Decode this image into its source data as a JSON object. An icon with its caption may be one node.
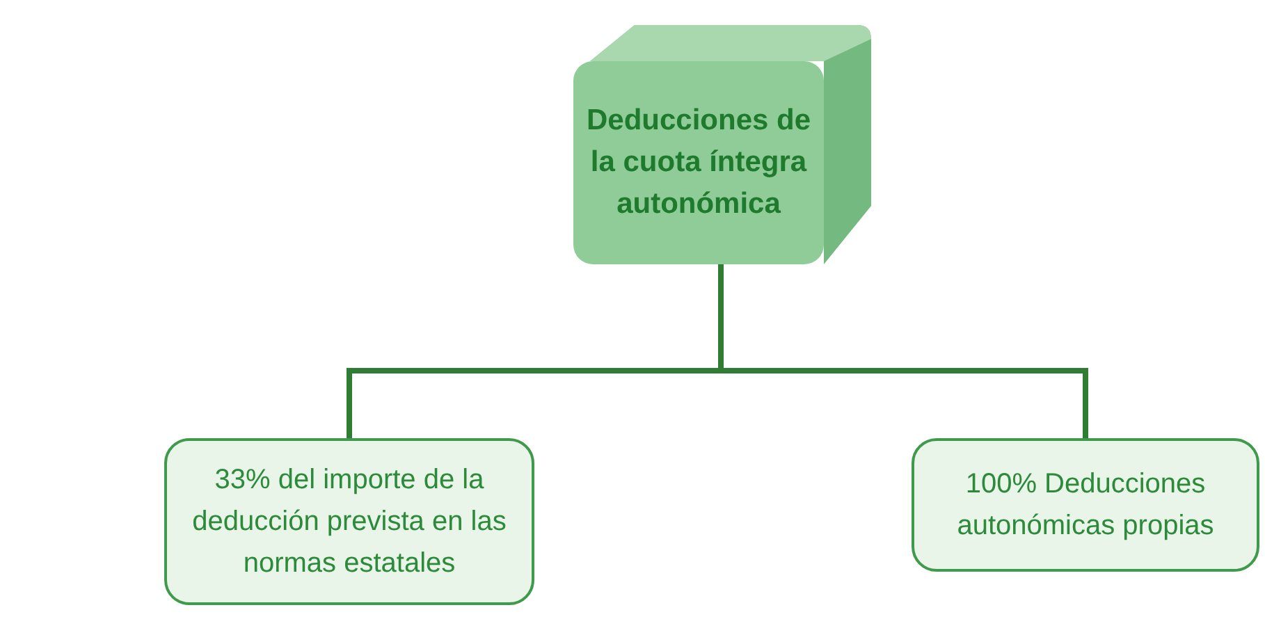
{
  "diagram": {
    "nodes": [
      {
        "text": [
          "Deducciones de la cuota íntegra autonómica"
        ]
      },
      {
        "text": [
          "33% del importe de la deducción prevista en las normas estatales"
        ]
      },
      {
        "text": [
          "100% Deducciones autonómicas propias"
        ]
      }
    ],
    "edges": [
      {
        "from": 0,
        "to": 1,
        "arrow": "none"
      },
      {
        "from": 0,
        "to": 2,
        "arrow": "none"
      }
    ]
  }
}
